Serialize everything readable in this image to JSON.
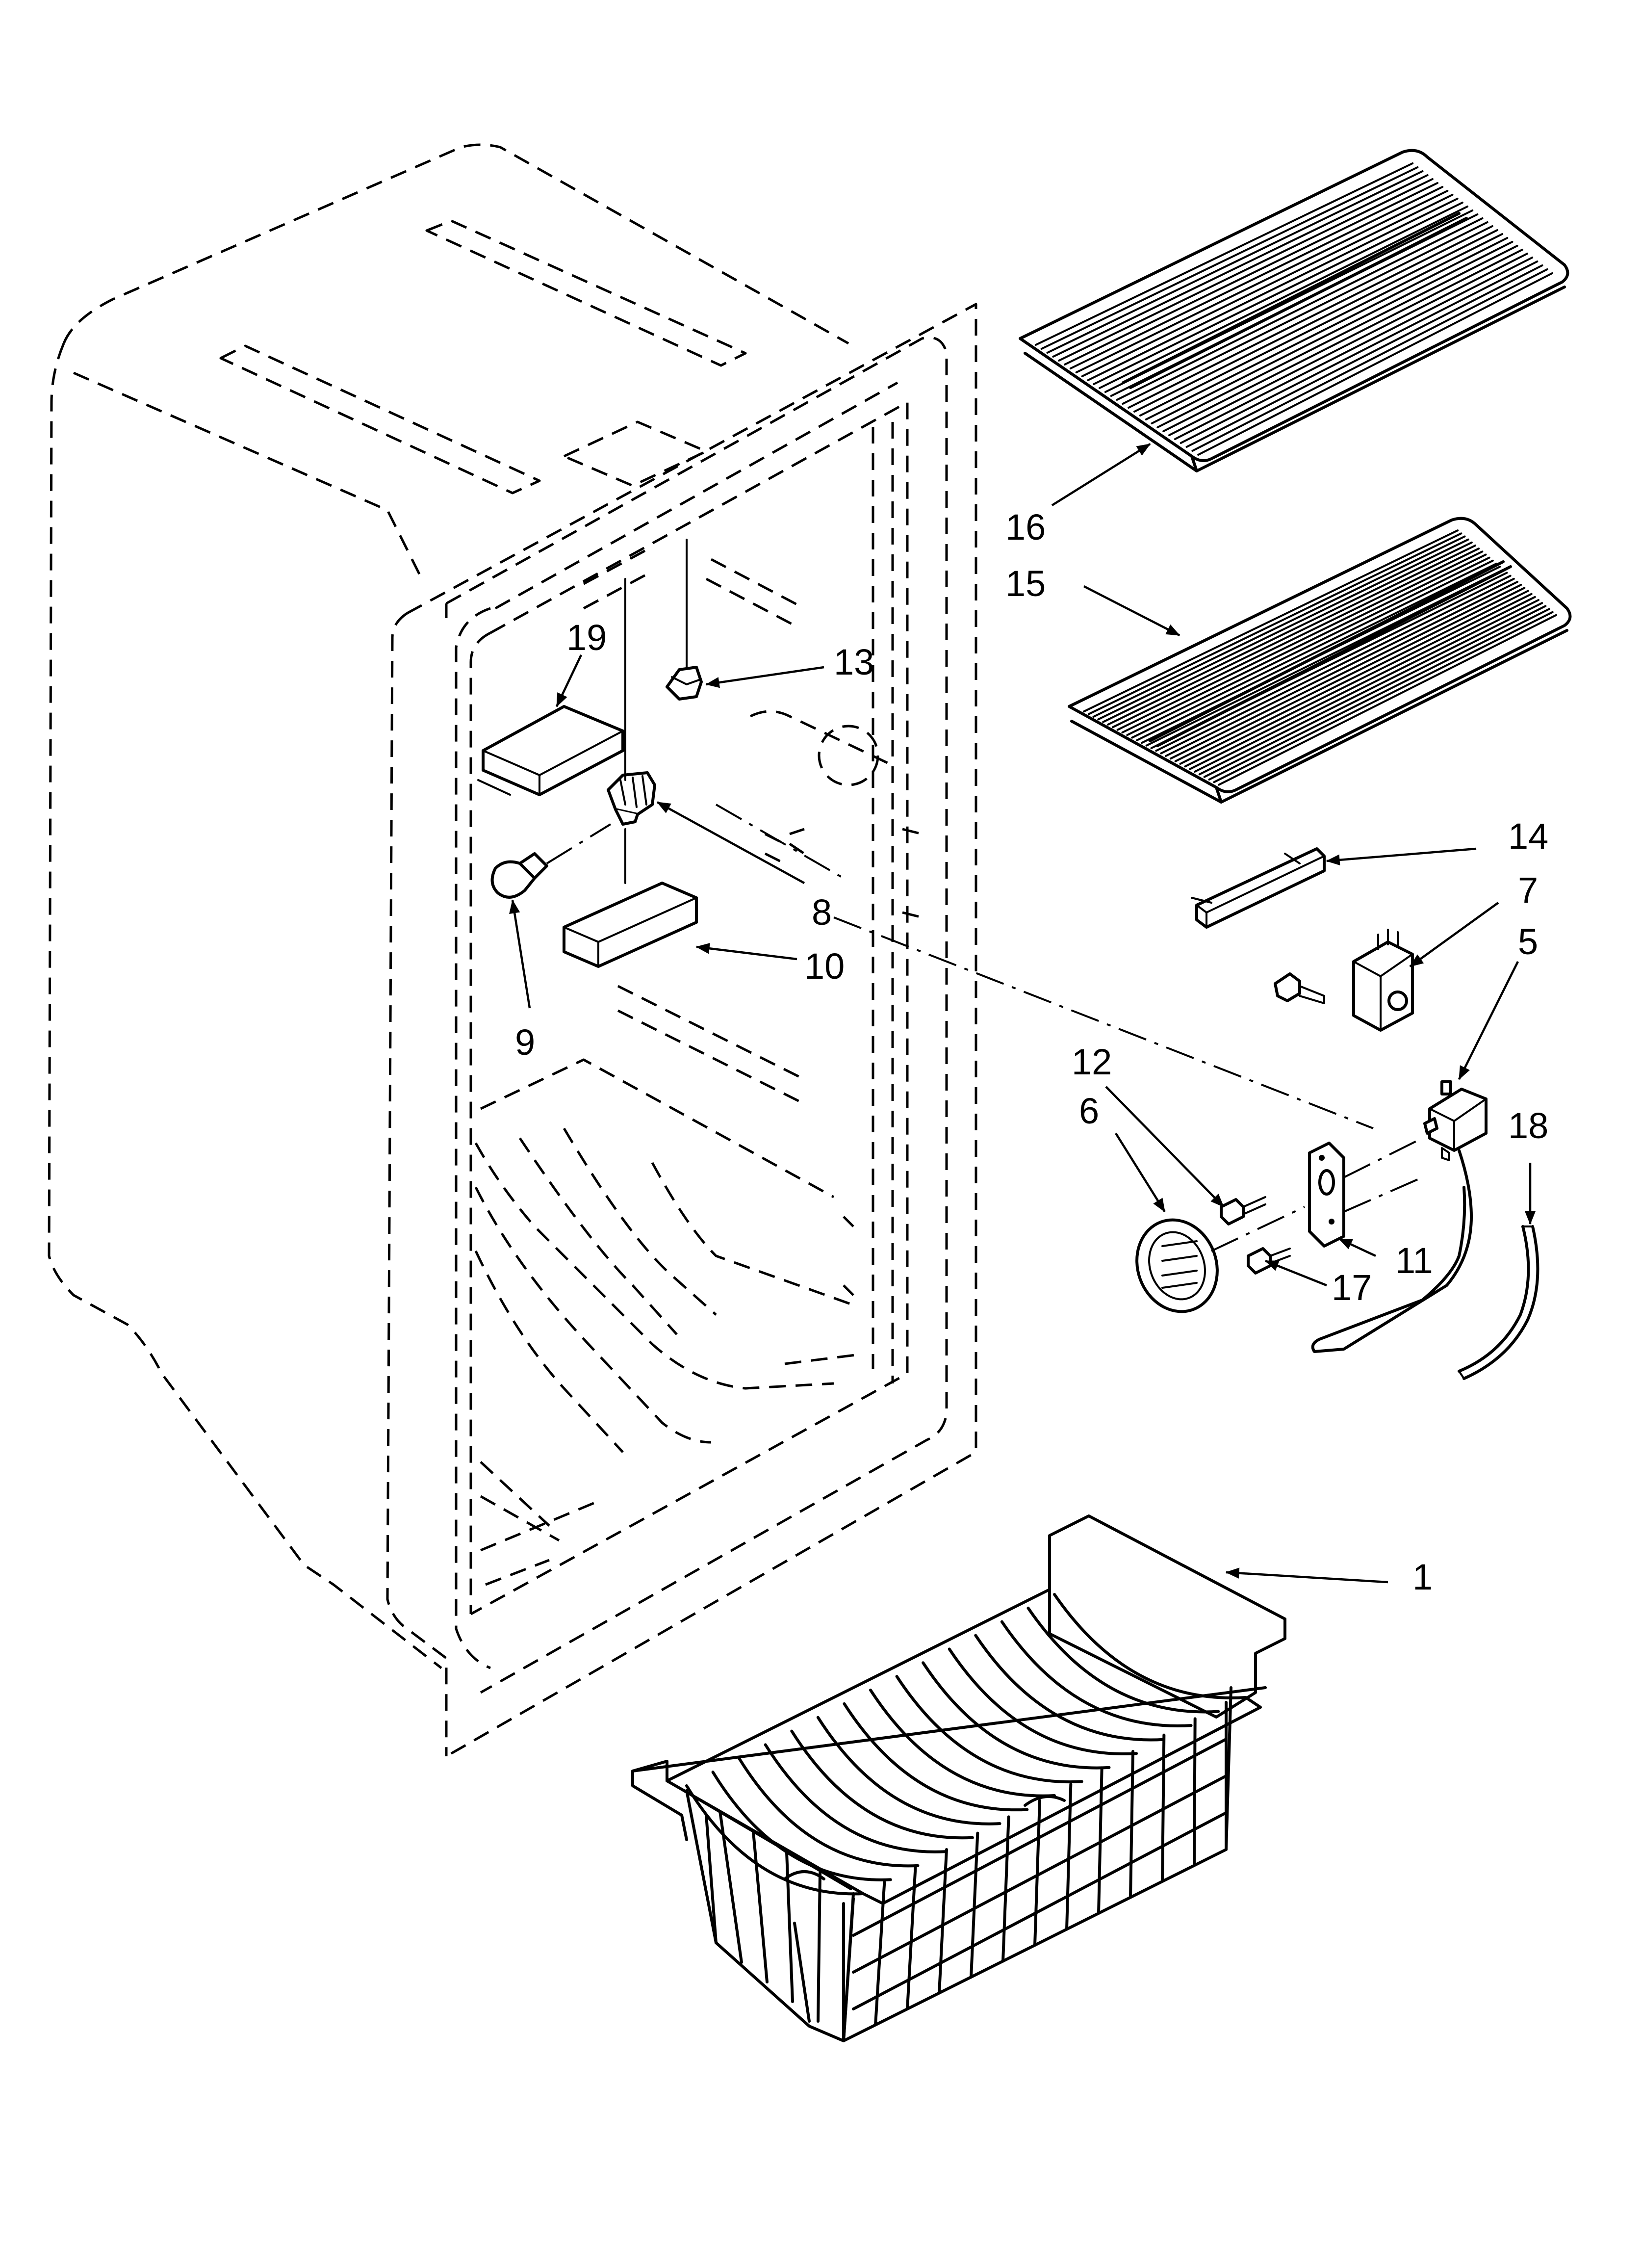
{
  "diagram": {
    "callouts": [
      {
        "id": "16",
        "text": "16"
      },
      {
        "id": "15",
        "text": "15"
      },
      {
        "id": "19",
        "text": "19"
      },
      {
        "id": "13",
        "text": "13"
      },
      {
        "id": "14",
        "text": "14"
      },
      {
        "id": "7",
        "text": "7"
      },
      {
        "id": "5",
        "text": "5"
      },
      {
        "id": "8",
        "text": "8"
      },
      {
        "id": "10",
        "text": "10"
      },
      {
        "id": "9",
        "text": "9"
      },
      {
        "id": "12",
        "text": "12"
      },
      {
        "id": "6",
        "text": "6"
      },
      {
        "id": "18",
        "text": "18"
      },
      {
        "id": "11",
        "text": "11"
      },
      {
        "id": "17",
        "text": "17"
      },
      {
        "id": "1",
        "text": "1"
      }
    ]
  }
}
